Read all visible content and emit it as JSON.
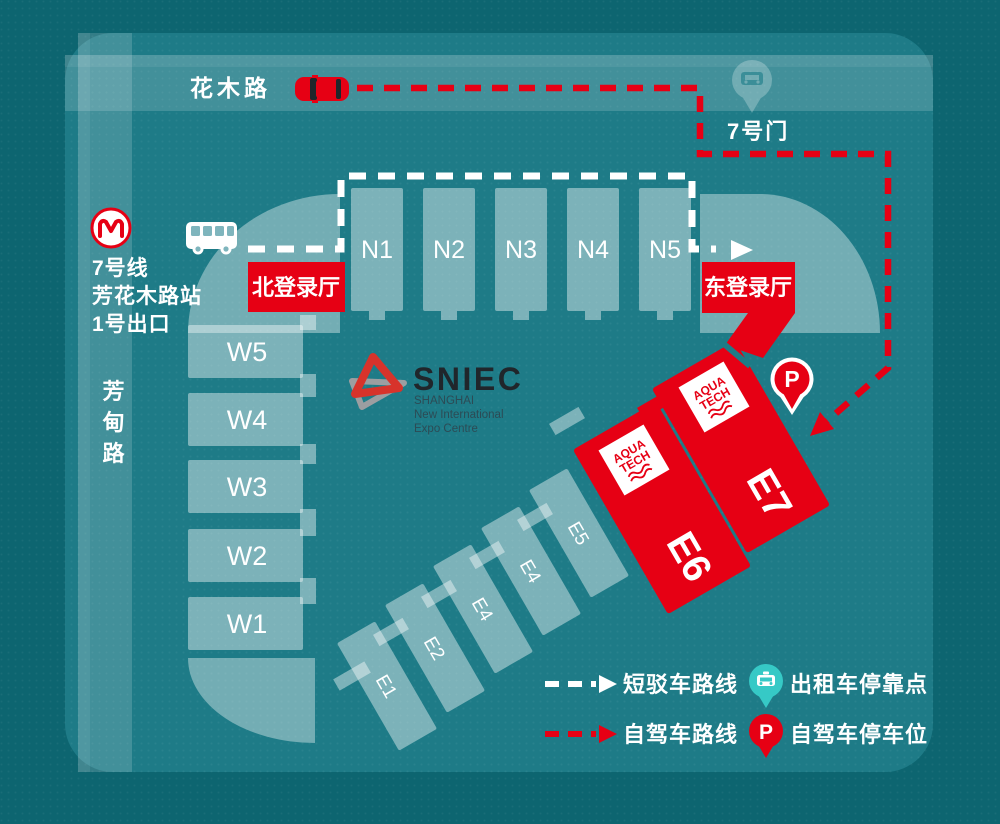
{
  "palette": {
    "outer_bg": "#0d6570",
    "panel": "#1e7b87",
    "accent_red": "#e60014",
    "hall_light": "#8fc0c7",
    "taxi_teal": "#36c9c6",
    "logo_red": "#d7332b",
    "logo_gray": "#9c9ea1",
    "text_dark": "#20262b"
  },
  "roads": {
    "huamu": "花木路",
    "fangdian": "芳甸路"
  },
  "metro": {
    "line": "7号线",
    "station": "芳花木路站",
    "exit": "1号出口"
  },
  "gate": {
    "label": "7号门"
  },
  "entrances": {
    "north": "北登录厅",
    "east": "东登录厅"
  },
  "halls": {
    "north": [
      "N1",
      "N2",
      "N3",
      "N4",
      "N5"
    ],
    "west": [
      "W5",
      "W4",
      "W3",
      "W2",
      "W1"
    ],
    "east_small": [
      "E1",
      "E2",
      "E4",
      "E4",
      "E5"
    ],
    "east_large": [
      "E6",
      "E7"
    ]
  },
  "aquatech": {
    "line1": "AQUA",
    "line2": "TECH"
  },
  "sniec": {
    "name": "SNIEC",
    "sub1": "SHANGHAI",
    "sub2": "New International",
    "sub3": "Expo Centre"
  },
  "pins": {
    "p_letter": "P"
  },
  "legend": {
    "shuttle_route": "短驳车路线",
    "taxi_stop": "出租车停靠点",
    "drive_route": "自驾车路线",
    "parking": "自驾车停车位"
  }
}
